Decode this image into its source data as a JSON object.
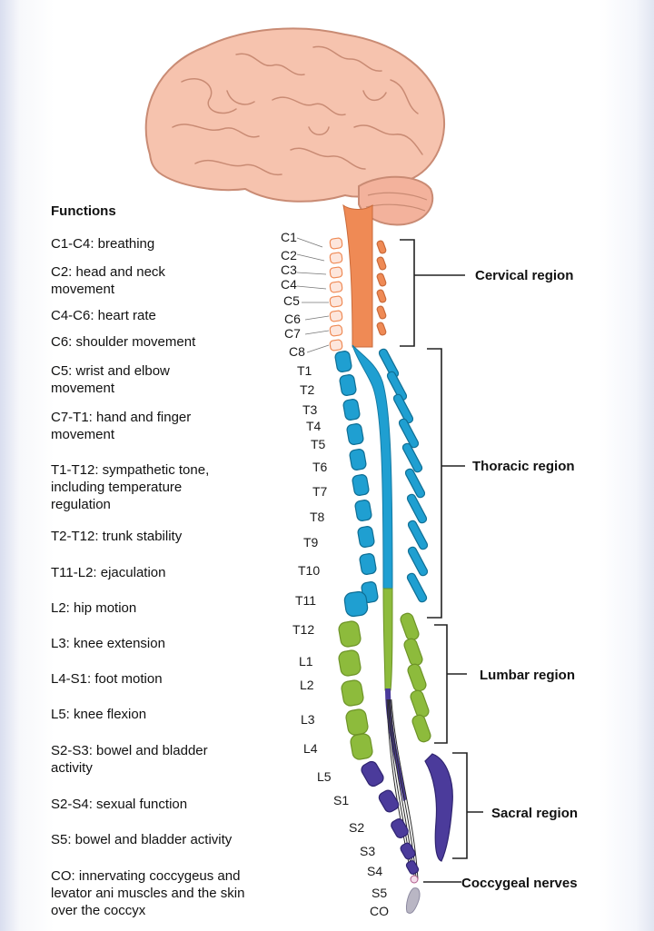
{
  "functions": {
    "title": "Functions",
    "items": [
      {
        "text": "C1-C4: breathing"
      },
      {
        "text": "C2: head and neck\nmovement"
      },
      {
        "text": "C4-C6: heart rate"
      },
      {
        "text": "C6: shoulder movement"
      },
      {
        "text": "C5: wrist and elbow\nmovement"
      },
      {
        "text": "C7-T1: hand and finger\nmovement"
      },
      {
        "text": "T1-T12: sympathetic tone,\nincluding temperature\nregulation"
      },
      {
        "text": "T2-T12: trunk stability"
      },
      {
        "text": "T11-L2: ejaculation"
      },
      {
        "text": "L2: hip motion"
      },
      {
        "text": "L3: knee extension"
      },
      {
        "text": "L4-S1: foot motion"
      },
      {
        "text": "L5: knee flexion"
      },
      {
        "text": "S2-S3: bowel and bladder\nactivity"
      },
      {
        "text": "S2-S4: sexual function"
      },
      {
        "text": "S5: bowel and bladder activity"
      },
      {
        "text": "CO: innervating coccygeus and\nlevator ani muscles and the skin\nover the coccyx"
      }
    ]
  },
  "segments": {
    "cervical": [
      "C1",
      "C2",
      "C3",
      "C4",
      "C5",
      "C6",
      "C7",
      "C8"
    ],
    "thoracic": [
      "T1",
      "T2",
      "T3",
      "T4",
      "T5",
      "T6",
      "T7",
      "T8",
      "T9",
      "T10",
      "T11",
      "T12"
    ],
    "lumbar": [
      "L1",
      "L2",
      "L3",
      "L4",
      "L5"
    ],
    "sacral": [
      "S1",
      "S2",
      "S3",
      "S4",
      "S5"
    ],
    "coccygeal": [
      "CO"
    ]
  },
  "regions": {
    "cervical": "Cervical region",
    "thoracic": "Thoracic region",
    "lumbar": "Lumbar region",
    "sacral": "Sacral region",
    "coccygeal": "Coccygeal nerves"
  },
  "colors": {
    "brain": "#f6c3ae",
    "brain_outline": "#c98b74",
    "cervical": "#ef8a55",
    "thoracic": "#1f9fd1",
    "lumbar": "#8dbb3c",
    "sacral": "#4b3b9b",
    "coccygeal": "#b9b6c4",
    "bracket": "#222222"
  }
}
